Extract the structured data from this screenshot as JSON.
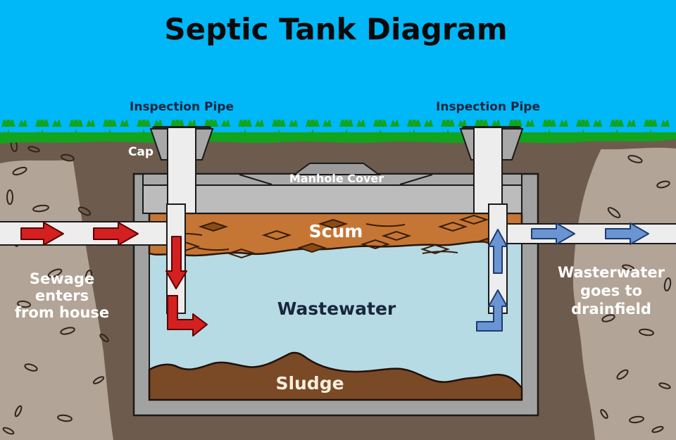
{
  "title": "Septic Tank Diagram",
  "labels": {
    "inspection_pipe_left": "Inspection Pipe",
    "inspection_pipe_right": "Inspection Pipe",
    "cap": "Cap",
    "manhole_cover": "Manhole Cover",
    "scum": "Scum",
    "wastewater": "Wastewater",
    "sludge": "Sludge"
  },
  "annotations": {
    "inlet": {
      "line1": "Sewage",
      "line2": "enters",
      "line3": "from house"
    },
    "outlet": {
      "line1": "Wasterwater",
      "line2": "goes to",
      "line3": "drainfield"
    }
  },
  "colors": {
    "sky": "#00b7f8",
    "grass": "#12a41c",
    "soil_undisturbed": "#b2a496",
    "soil_excavated": "#6d5c4e",
    "tank_wall_gray": "#a2a2a2",
    "lid_gray": "#bcbcbc",
    "pipe_white": "#ededed",
    "scum_orange": "#c57635",
    "wastewater_blue": "#b7dbe5",
    "sludge_brown": "#7a4925",
    "arrow_red": "#d42020",
    "arrow_blue": "#6b94d2",
    "label_dark_navy": "#18263e",
    "label_light": "#ffffff"
  }
}
